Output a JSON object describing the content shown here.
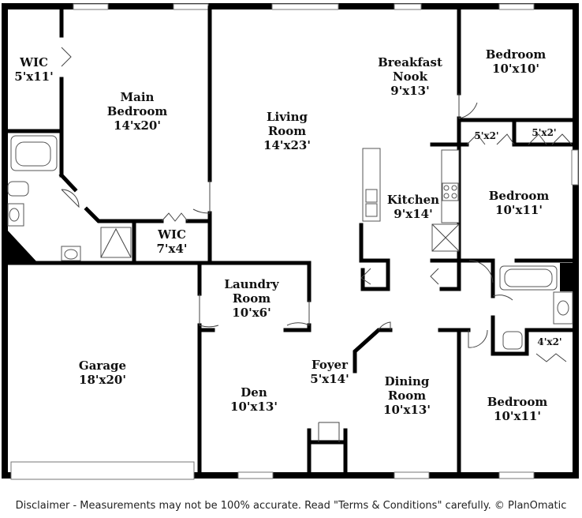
{
  "rooms": {
    "wic1": {
      "name": "WIC",
      "size": "5'x11'"
    },
    "main_bedroom": {
      "name1": "Main",
      "name2": "Bedroom",
      "size": "14'x20'"
    },
    "living_room": {
      "name1": "Living",
      "name2": "Room",
      "size": "14'x23'"
    },
    "breakfast_nook": {
      "name1": "Breakfast",
      "name2": "Nook",
      "size": "9'x13'"
    },
    "bedroom_ne": {
      "name": "Bedroom",
      "size": "10'x10'"
    },
    "closet_a": {
      "size": "5'x2'"
    },
    "closet_b": {
      "size": "5'x2'"
    },
    "bedroom_e": {
      "name": "Bedroom",
      "size": "10'x11'"
    },
    "kitchen": {
      "name": "Kitchen",
      "size": "9'x14'"
    },
    "wic2": {
      "name": "WIC",
      "size": "7'x4'"
    },
    "laundry": {
      "name1": "Laundry",
      "name2": "Room",
      "size": "10'x6'"
    },
    "garage": {
      "name": "Garage",
      "size": "18'x20'"
    },
    "foyer": {
      "name": "Foyer",
      "size": "5'x14'"
    },
    "den": {
      "name": "Den",
      "size": "10'x13'"
    },
    "dining": {
      "name1": "Dining",
      "name2": "Room",
      "size": "10'x13'"
    },
    "closet_c": {
      "size": "4'x2'"
    },
    "bedroom_se": {
      "name": "Bedroom",
      "size": "10'x11'"
    }
  },
  "disclaimer": "Disclaimer - Measurements may not be 100% accurate. Read \"Terms & Conditions\" carefully. © PlanOmatic"
}
